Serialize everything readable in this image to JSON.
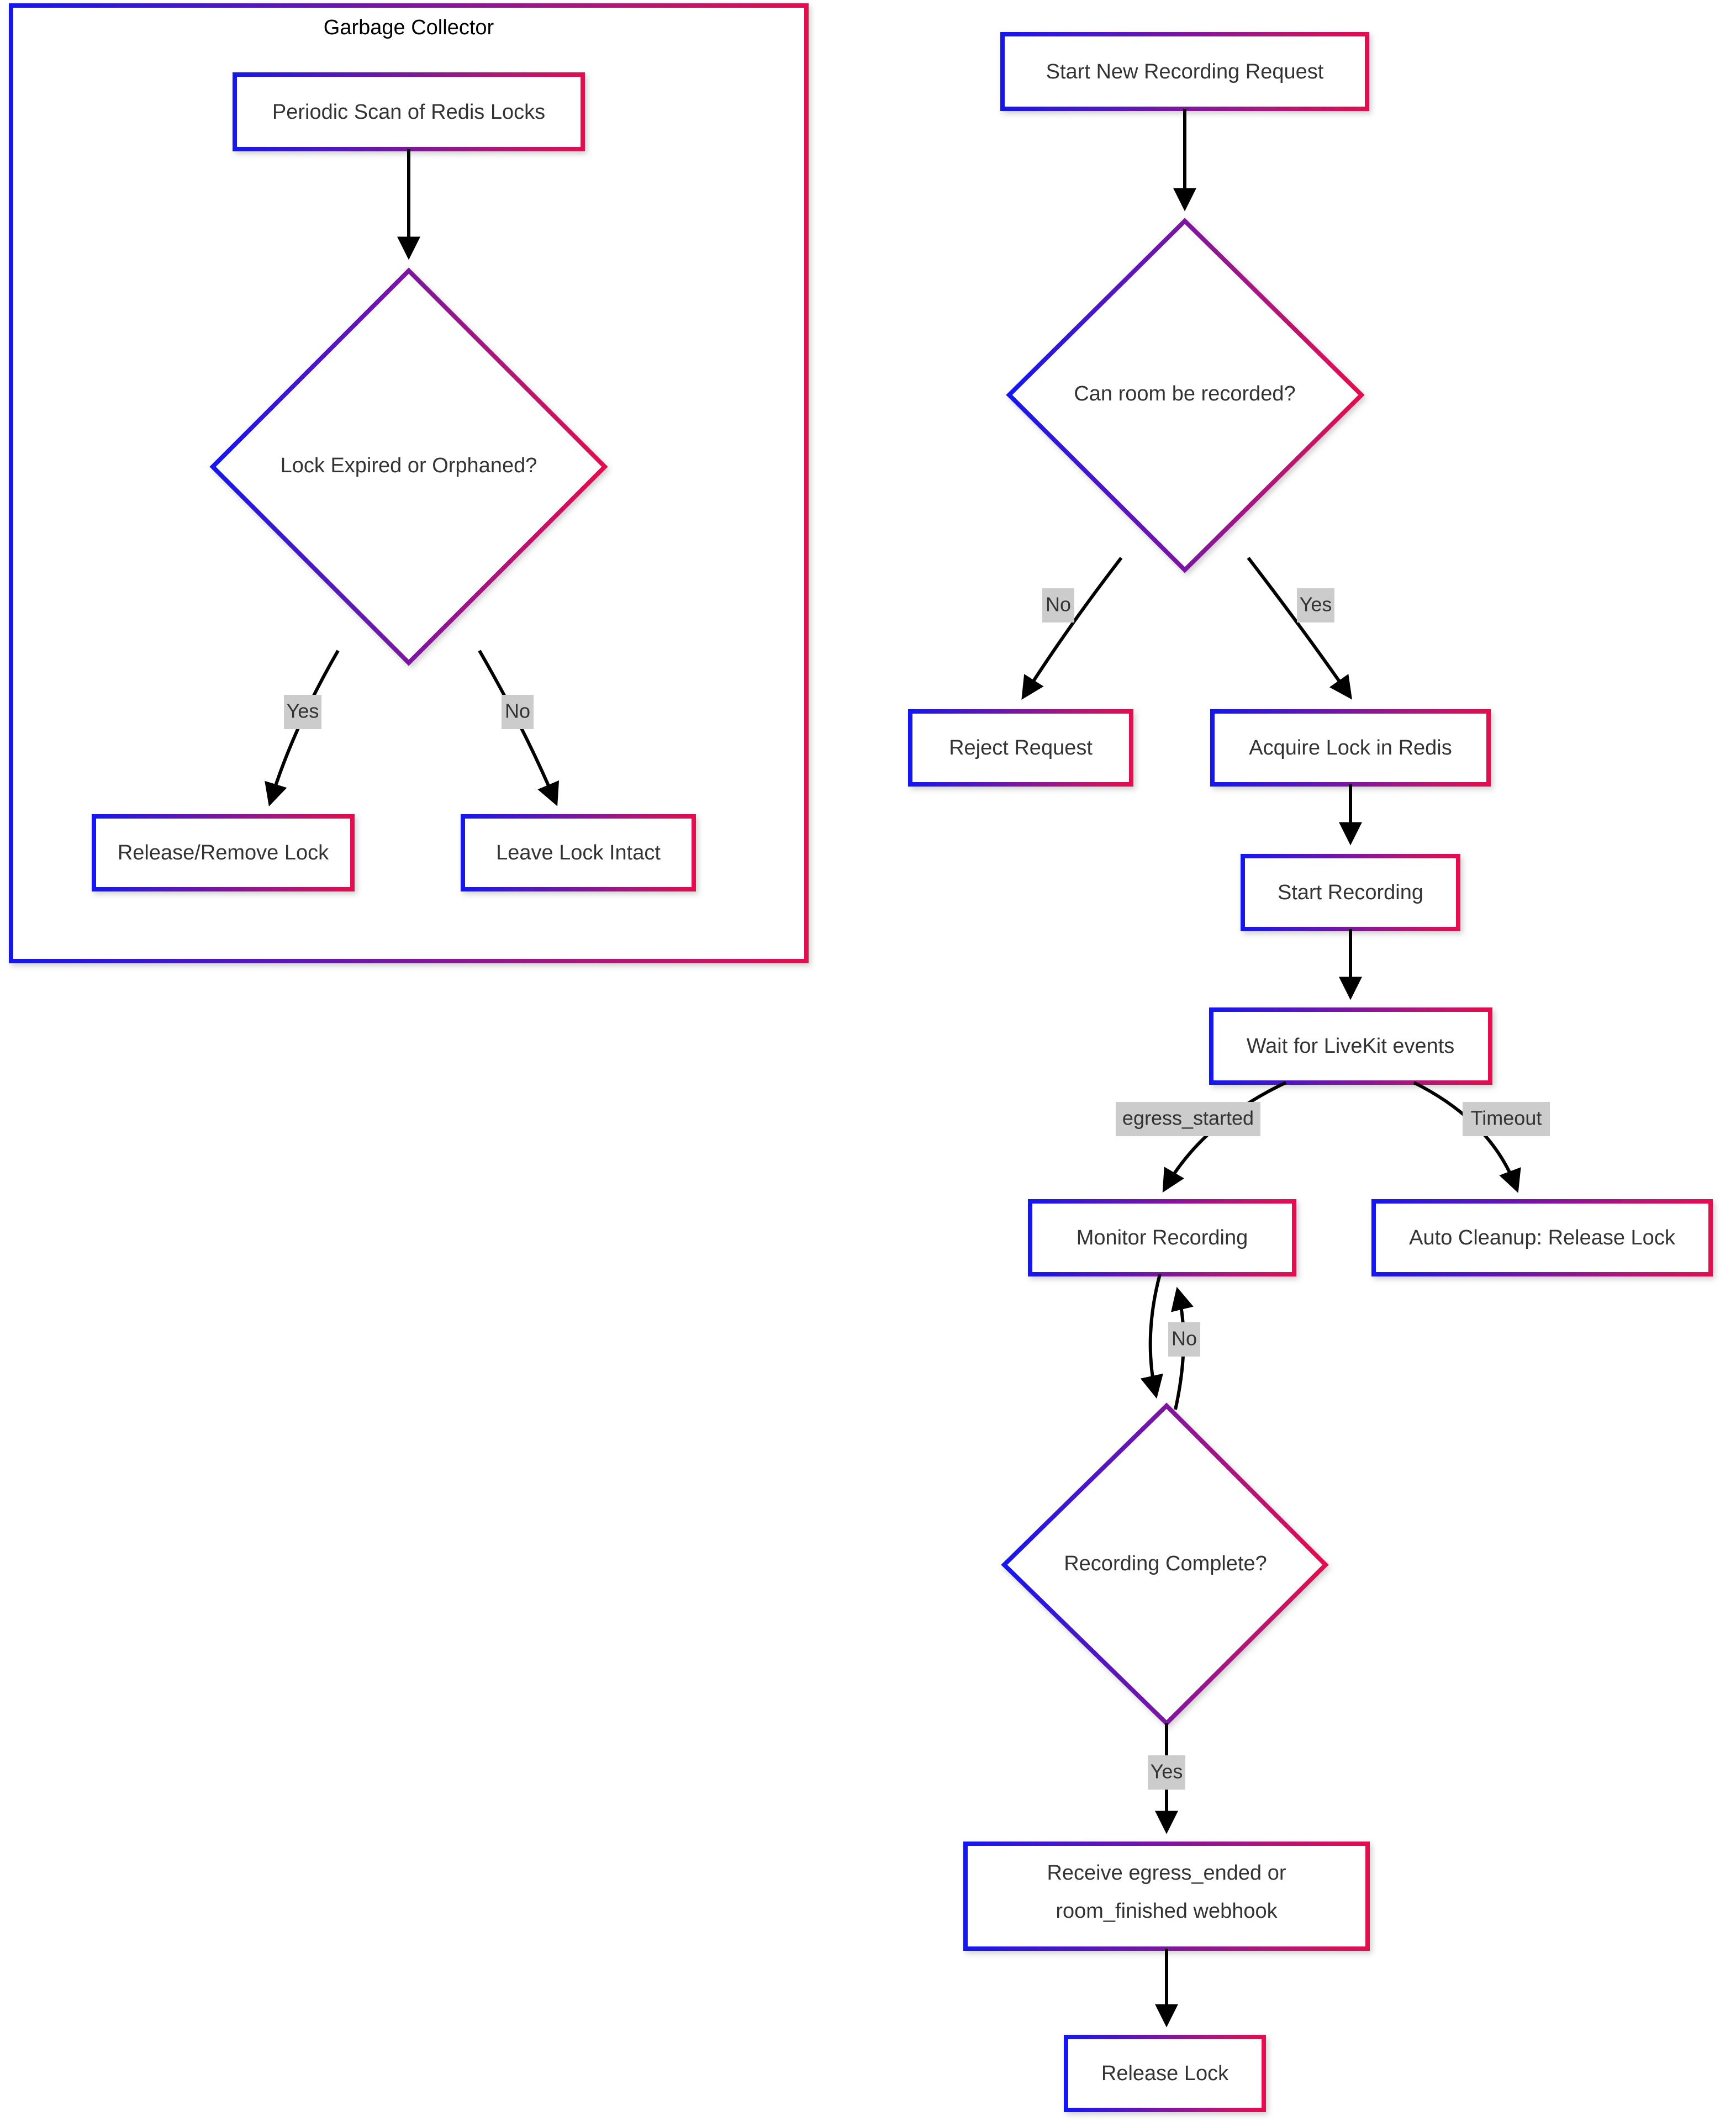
{
  "diagram": {
    "type": "flowchart",
    "direction": "top-down",
    "background": "#ffffff",
    "colors": {
      "gradient_start": "#1515f0",
      "gradient_end": "#e4114f",
      "edge_stroke": "#000000",
      "edge_label_bg": "#cccccc",
      "edge_label_text": "#333333",
      "node_text": "#333333",
      "node_fill": "#ffffff",
      "cluster_title": "#000000"
    }
  },
  "clusters": [
    {
      "id": "gc",
      "title": "Garbage Collector"
    }
  ],
  "nodes": {
    "periodic_scan": {
      "label": "Periodic Scan of Redis Locks",
      "shape": "rect"
    },
    "lock_expired": {
      "label": "Lock Expired or Orphaned?",
      "shape": "diamond"
    },
    "release_remove_lock": {
      "label": "Release/Remove Lock",
      "shape": "rect"
    },
    "leave_lock_intact": {
      "label": "Leave Lock Intact",
      "shape": "rect"
    },
    "start_request": {
      "label": "Start New Recording Request",
      "shape": "rect"
    },
    "can_record": {
      "label": "Can room be recorded?",
      "shape": "diamond"
    },
    "reject_request": {
      "label": "Reject Request",
      "shape": "rect"
    },
    "acquire_lock": {
      "label": "Acquire Lock in Redis",
      "shape": "rect"
    },
    "start_recording": {
      "label": "Start Recording",
      "shape": "rect"
    },
    "wait_events": {
      "label": "Wait for LiveKit events",
      "shape": "rect"
    },
    "monitor_recording": {
      "label": "Monitor Recording",
      "shape": "rect"
    },
    "auto_cleanup": {
      "label": "Auto Cleanup: Release Lock",
      "shape": "rect"
    },
    "recording_complete": {
      "label": "Recording Complete?",
      "shape": "diamond"
    },
    "receive_webhook": {
      "label_line1": "Receive egress_ended or",
      "label_line2": "room_finished webhook",
      "shape": "rect"
    },
    "release_lock": {
      "label": "Release Lock",
      "shape": "rect"
    }
  },
  "edge_labels": {
    "gc_yes": "Yes",
    "gc_no": "No",
    "can_record_no": "No",
    "can_record_yes": "Yes",
    "egress_started": "egress_started",
    "timeout": "Timeout",
    "monitor_no": "No",
    "complete_yes": "Yes"
  },
  "edges": [
    {
      "from": "periodic_scan",
      "to": "lock_expired",
      "label": ""
    },
    {
      "from": "lock_expired",
      "to": "release_remove_lock",
      "label": "Yes"
    },
    {
      "from": "lock_expired",
      "to": "leave_lock_intact",
      "label": "No"
    },
    {
      "from": "start_request",
      "to": "can_record",
      "label": ""
    },
    {
      "from": "can_record",
      "to": "reject_request",
      "label": "No"
    },
    {
      "from": "can_record",
      "to": "acquire_lock",
      "label": "Yes"
    },
    {
      "from": "acquire_lock",
      "to": "start_recording",
      "label": ""
    },
    {
      "from": "start_recording",
      "to": "wait_events",
      "label": ""
    },
    {
      "from": "wait_events",
      "to": "monitor_recording",
      "label": "egress_started"
    },
    {
      "from": "wait_events",
      "to": "auto_cleanup",
      "label": "Timeout"
    },
    {
      "from": "monitor_recording",
      "to": "recording_complete",
      "label": ""
    },
    {
      "from": "recording_complete",
      "to": "monitor_recording",
      "label": "No"
    },
    {
      "from": "recording_complete",
      "to": "receive_webhook",
      "label": "Yes"
    },
    {
      "from": "receive_webhook",
      "to": "release_lock",
      "label": ""
    }
  ]
}
